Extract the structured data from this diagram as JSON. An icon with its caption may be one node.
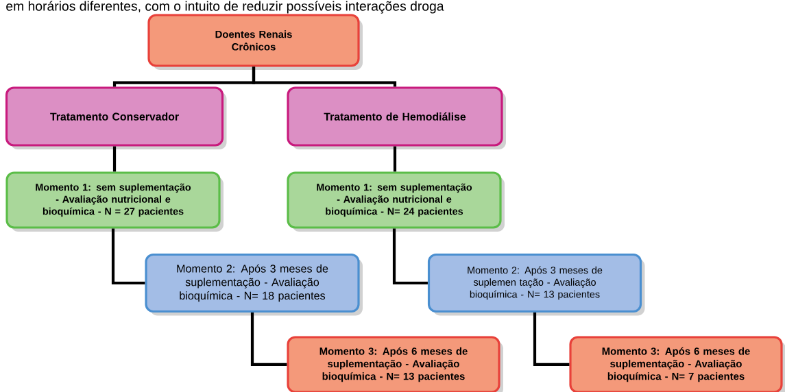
{
  "diagram": {
    "nodes": [
      {
        "text": [
          "Doentes Renais Crônicos"
        ]
      },
      {
        "text": [
          "Tratamento Conservador"
        ]
      },
      {
        "text": [
          "Tratamento de Hemodiálise"
        ]
      },
      {
        "text": [
          "Momento 1: sem suplementação - Avaliação nutricional e bioquímica - N = 27 pacientes"
        ]
      },
      {
        "text": [
          "Momento 1: sem suplementação - Avaliação nutricional e bioquímica - N= 24 pacientes"
        ]
      },
      {
        "text": [
          "Momento 2: Após 3 meses de suplementação - Avaliação bioquímica - N= 18 pacientes"
        ]
      },
      {
        "text": [
          "Momento 2: Após 3 meses de suplemen tação - Avaliação bioquímica - N= 13 pacientes"
        ]
      },
      {
        "text": [
          "Momento 3: Após 6 meses de suplementação - Avaliação bioquímica - N= 13 pacientes"
        ]
      },
      {
        "text": [
          "Momento 3: Após 6 meses de suplementação - Avaliação bioquímica - N= 7 pacientes"
        ]
      }
    ],
    "edges": [
      {
        "from": 0,
        "to": 1,
        "arrow": "none"
      },
      {
        "from": 0,
        "to": 2,
        "arrow": "none"
      },
      {
        "from": 1,
        "to": 3,
        "arrow": "none"
      },
      {
        "from": 2,
        "to": 4,
        "arrow": "none"
      },
      {
        "from": 3,
        "to": 5,
        "arrow": "none"
      },
      {
        "from": 4,
        "to": 6,
        "arrow": "none"
      },
      {
        "from": 5,
        "to": 7,
        "arrow": "none"
      },
      {
        "from": 6,
        "to": 8,
        "arrow": "none"
      }
    ],
    "labels": [
      "em horários diferentes, com o intuito de reduzir possíveis interações droga"
    ]
  }
}
